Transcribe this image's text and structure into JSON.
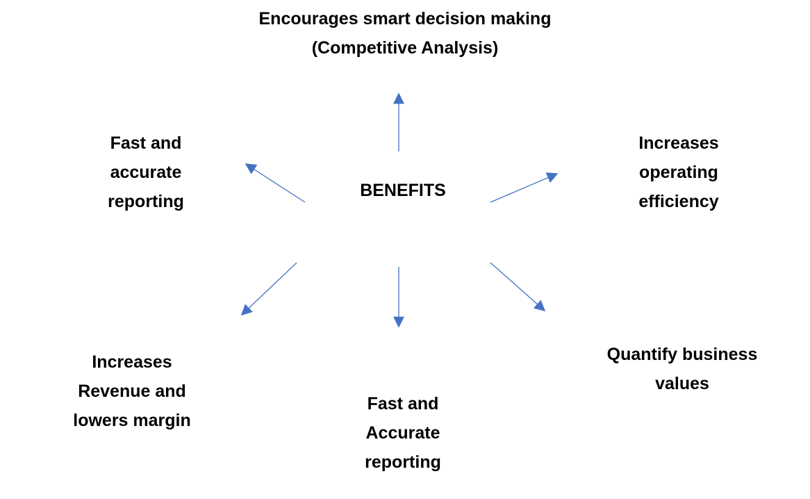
{
  "center": {
    "label": "BENEFITS"
  },
  "benefits": {
    "top": {
      "lines": [
        "Encourages smart decision making",
        "(Competitive Analysis)"
      ]
    },
    "top_left": {
      "lines": [
        "Fast and",
        "accurate",
        "reporting"
      ]
    },
    "top_right": {
      "lines": [
        "Increases",
        "operating",
        "efficiency"
      ]
    },
    "bottom_left": {
      "lines": [
        "Increases",
        "Revenue and",
        "lowers margin"
      ]
    },
    "bottom": {
      "lines": [
        "Fast and",
        "Accurate",
        "reporting"
      ]
    },
    "bottom_right": {
      "lines": [
        "Quantify business",
        "values"
      ]
    }
  },
  "colors": {
    "arrow": "#4472C4",
    "text": "#000000",
    "background": "#ffffff"
  }
}
